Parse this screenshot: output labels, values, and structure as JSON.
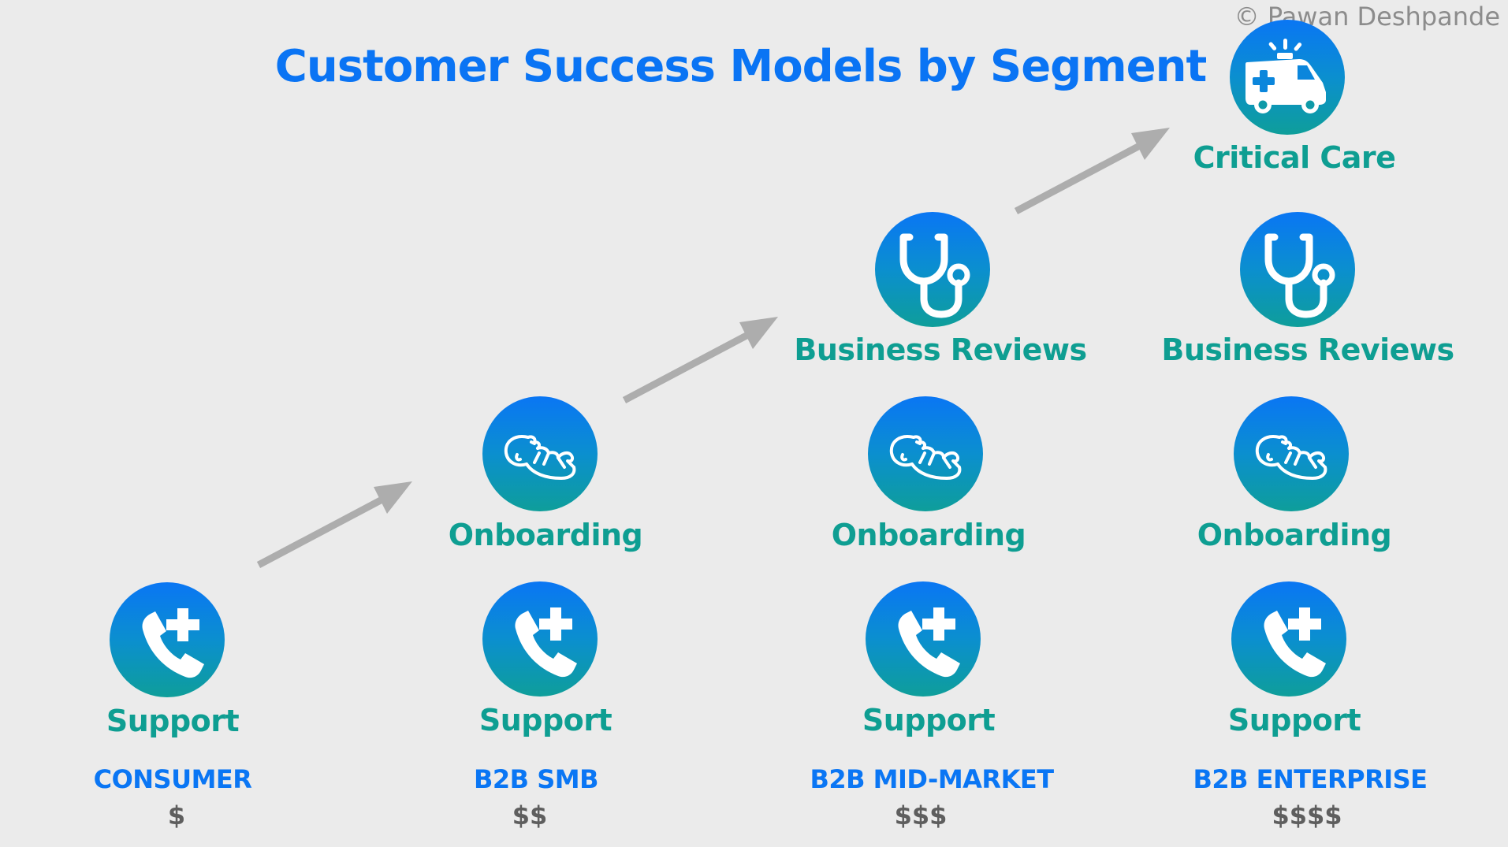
{
  "title": "Customer Success Models by Segment",
  "copyright": "© Pawan Deshpande",
  "colors": {
    "background": "#ebebeb",
    "title": "#0a74f4",
    "service_label": "#0e9e92",
    "segment_label": "#0a76f4",
    "price_label": "#5e5e5e",
    "gradient_top": "#0a76f4",
    "gradient_bottom": "#0e9e9a",
    "arrow": "#adadad"
  },
  "services": {
    "support": {
      "label": "Support",
      "icon": "phone-plus-icon"
    },
    "onboarding": {
      "label": "Onboarding",
      "icon": "baby-icon"
    },
    "business_reviews": {
      "label": "Business Reviews",
      "icon": "stethoscope-icon"
    },
    "critical_care": {
      "label": "Critical Care",
      "icon": "ambulance-icon"
    }
  },
  "segments": [
    {
      "name": "CONSUMER",
      "price": "$",
      "services": [
        "Support"
      ]
    },
    {
      "name": "B2B SMB",
      "price": "$$",
      "services": [
        "Support",
        "Onboarding"
      ]
    },
    {
      "name": "B2B MID-MARKET",
      "price": "$$$",
      "services": [
        "Support",
        "Onboarding",
        "Business Reviews"
      ]
    },
    {
      "name": "B2B ENTERPRISE",
      "price": "$$$$",
      "services": [
        "Support",
        "Onboarding",
        "Business Reviews",
        "Critical Care"
      ]
    }
  ]
}
